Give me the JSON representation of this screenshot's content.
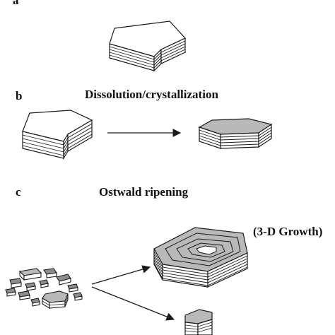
{
  "panels": {
    "a": {
      "letter": "a"
    },
    "b": {
      "letter": "b",
      "title": "Dissolution/crystallization"
    },
    "c": {
      "letter": "c",
      "title": "Ostwald ripening",
      "growth_label": "(3-D Growth)"
    }
  },
  "colors": {
    "outline": "#1a1a1a",
    "top_face": "#ffffff",
    "side_face": "#ffffff",
    "shaded": "#b9b9b9",
    "shaded_dark": "#8d8d8d"
  }
}
